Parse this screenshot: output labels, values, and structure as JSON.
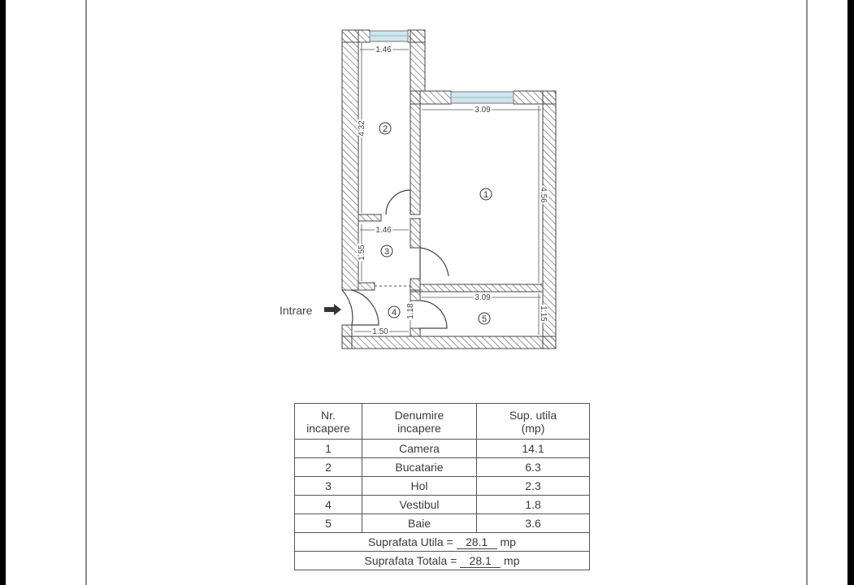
{
  "plan": {
    "entry_label": "Intrare",
    "rooms": [
      {
        "nr": "1",
        "dims": [
          "3.09",
          "4.56"
        ]
      },
      {
        "nr": "2",
        "dims": [
          "1.46",
          "4.32"
        ]
      },
      {
        "nr": "3",
        "dims": [
          "1.46",
          "1.55"
        ]
      },
      {
        "nr": "4",
        "dims": [
          "1.50",
          "1.18"
        ]
      },
      {
        "nr": "5",
        "dims": [
          "3.09",
          "1.15"
        ]
      }
    ],
    "colors": {
      "wall_hatch": "#555555",
      "window": "#cfe6ef"
    }
  },
  "table": {
    "headers": [
      "Nr.\nincapere",
      "Denumire\nincapere",
      "Sup. utila\n(mp)"
    ],
    "header_lines": [
      [
        "Nr.",
        "incapere"
      ],
      [
        "Denumire",
        "incapere"
      ],
      [
        "Sup. utila",
        "(mp)"
      ]
    ],
    "rows": [
      {
        "nr": "1",
        "name": "Camera",
        "area": "14.1"
      },
      {
        "nr": "2",
        "name": "Bucatarie",
        "area": "6.3"
      },
      {
        "nr": "3",
        "name": "Hol",
        "area": "2.3"
      },
      {
        "nr": "4",
        "name": "Vestibul",
        "area": "1.8"
      },
      {
        "nr": "5",
        "name": "Baie",
        "area": "3.6"
      }
    ],
    "utila_label": "Suprafata Utila =",
    "utila_value": "28.1",
    "totala_label": "Suprafata Totala =",
    "totala_value": "28.1",
    "unit": "mp"
  }
}
